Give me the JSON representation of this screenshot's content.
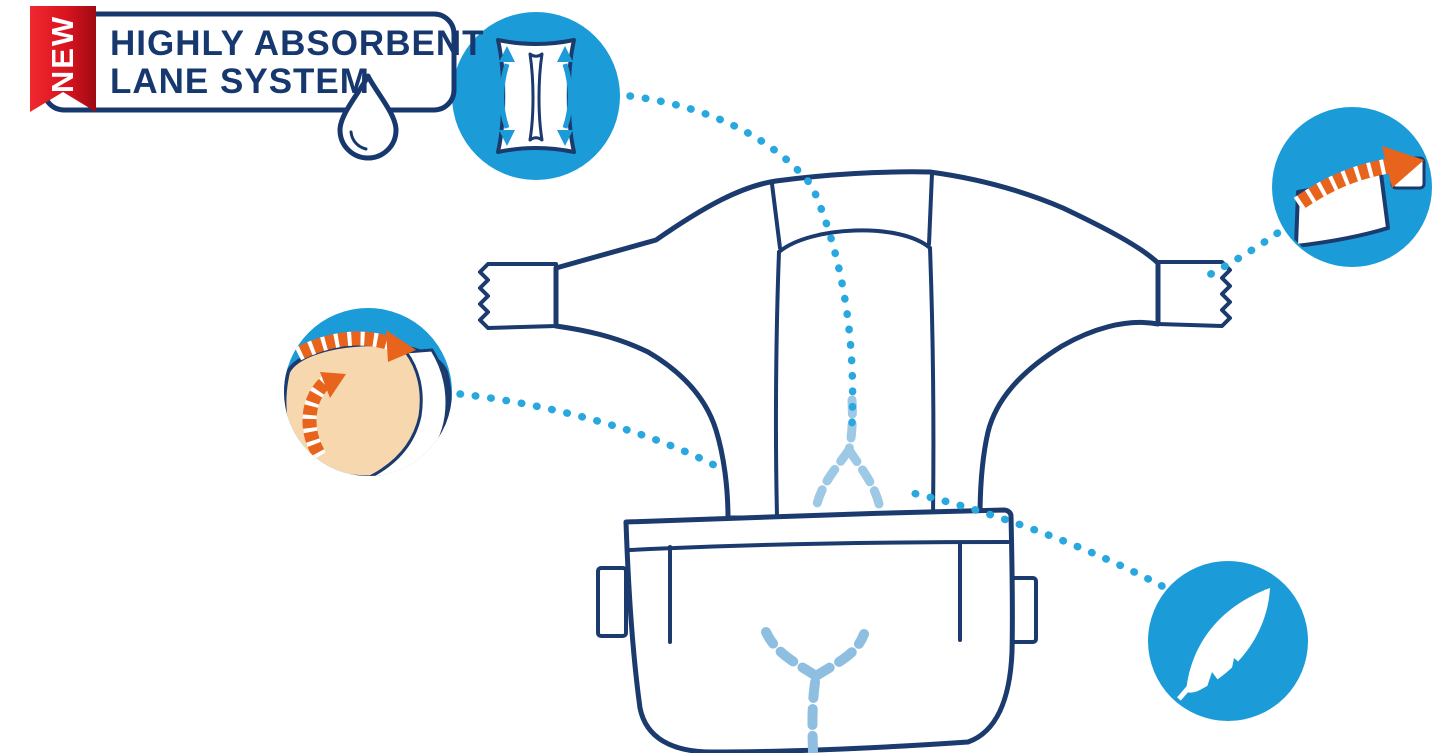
{
  "badge": {
    "label": "NEW",
    "color": "#e11b22"
  },
  "title": {
    "line1": "HIGHLY ABSORBENT",
    "line2": "LANE SYSTEM",
    "color": "#16386e"
  },
  "features": [
    {
      "id": "absorbent-core",
      "icon": "absorbent-pad-with-arrows-icon"
    },
    {
      "id": "refasten-tape",
      "icon": "tape-tab-orange-arrow-icon"
    },
    {
      "id": "elastic-waist",
      "icon": "waist-leg-elastic-arrows-icon"
    },
    {
      "id": "softness",
      "icon": "feather-icon"
    }
  ],
  "illustration": {
    "subject": "diaper-line-drawing",
    "views": [
      "spread-top-view",
      "back-waistband-view"
    ],
    "channels": "Y-shaped-dashed-channels"
  },
  "colors": {
    "navy_outline": "#1b3a6d",
    "feature_circle_blue": "#1b9cd8",
    "dotted_connector_blue": "#29a8e0",
    "ribbon_red": "#e11b22",
    "ribbon_red_dark": "#9e0b13",
    "arrow_orange": "#e8631c",
    "skin_tone": "#f6d7ae",
    "channel_light_blue": "#9ec9e6",
    "background": "#ffffff"
  }
}
